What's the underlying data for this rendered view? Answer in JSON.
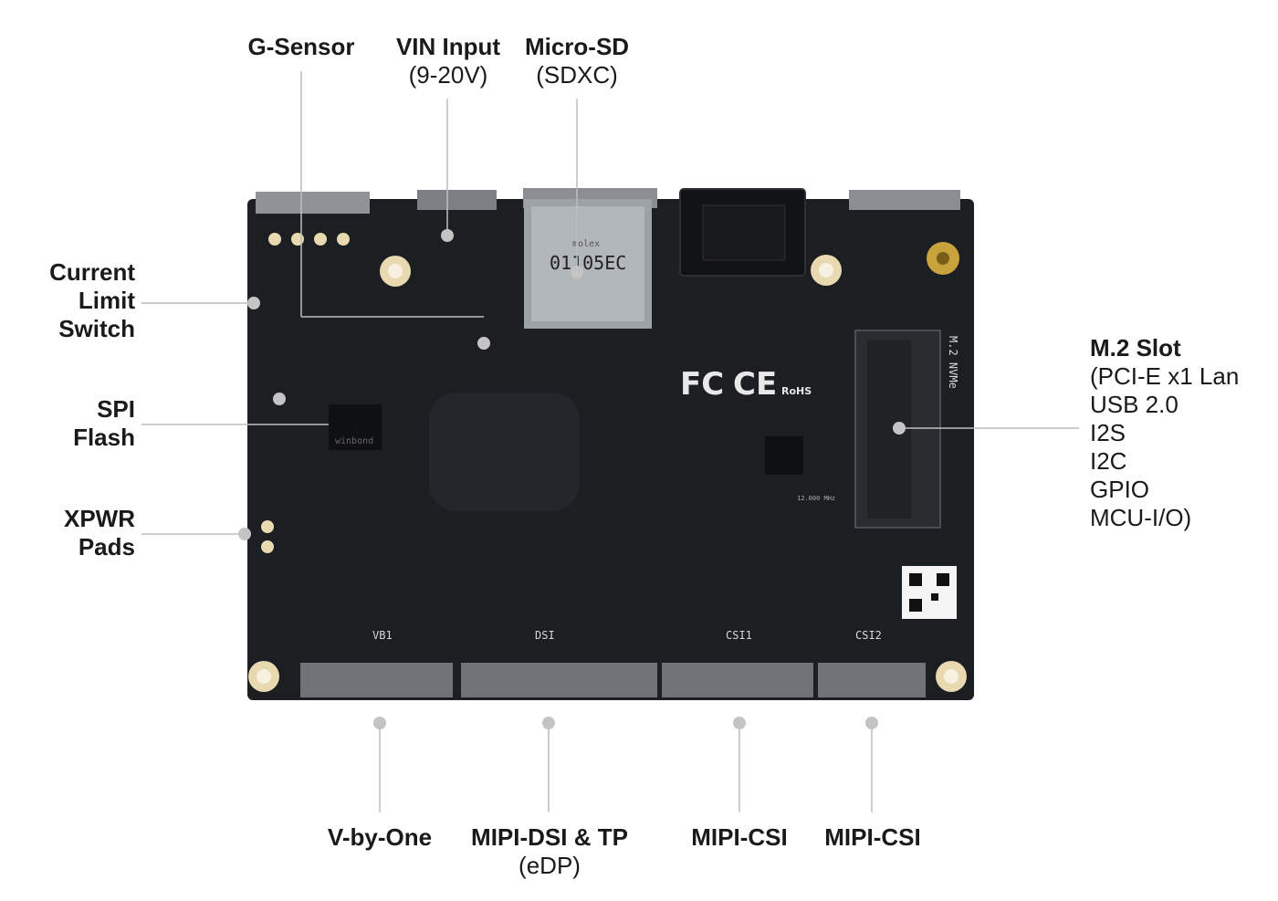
{
  "labels": {
    "g_sensor": {
      "title": "G-Sensor"
    },
    "vin_input": {
      "title": "VIN Input",
      "sub": "(9-20V)"
    },
    "micro_sd": {
      "title": "Micro-SD",
      "sub": "(SDXC)"
    },
    "current_limit": {
      "line1": "Current",
      "line2": "Limit",
      "line3": "Switch"
    },
    "spi_flash": {
      "line1": "SPI",
      "line2": "Flash"
    },
    "xpwr": {
      "line1": "XPWR",
      "line2": "Pads"
    },
    "m2_slot": {
      "title": "M.2 Slot",
      "items": [
        "(PCI-E x1 Lan",
        "USB 2.0",
        "I2S",
        "I2C",
        "GPIO",
        "MCU-I/O)"
      ]
    },
    "v_by_one": {
      "title": "V-by-One"
    },
    "mipi_dsi": {
      "title": "MIPI-DSI & TP",
      "sub": "(eDP)"
    },
    "mipi_csi1": {
      "title": "MIPI-CSI"
    },
    "mipi_csi2": {
      "title": "MIPI-CSI"
    }
  },
  "silkscreen": {
    "vb1": "VB1",
    "dsi": "DSI",
    "csi1": "CSI1",
    "csi2": "CSI2",
    "m2": "M.2 NVMe",
    "sd_brand": "molex",
    "sd_part": "01105EC",
    "cert_fc": "FC",
    "cert_ce": "CE",
    "cert_rohs": "RoHS",
    "flash_chip": "winbond",
    "crystal": "12.000 MHz"
  },
  "colors": {
    "pcb": "#1c1f22",
    "pcb_edge": "#2a2d30",
    "pad_gold": "#e8d9b0",
    "leader": "#bdbdbd",
    "silk": "#d8d8d8"
  }
}
